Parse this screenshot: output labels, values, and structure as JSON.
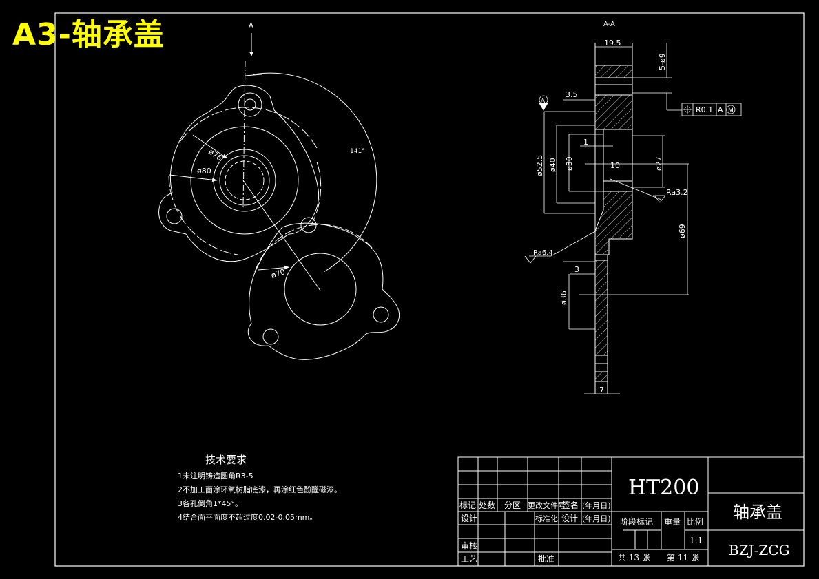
{
  "header": {
    "title": "A3-轴承盖"
  },
  "views": {
    "left_section_marker": "A",
    "section_label": "A-A"
  },
  "dims_plan": {
    "d76": "ø76",
    "d80": "ø80",
    "d70": "ø70",
    "angle": "141°"
  },
  "dims_section": {
    "w195": "19.5",
    "holes": "5-ø9",
    "d35": "3.5",
    "tol": "R0.1",
    "datum": "A",
    "mmc": "M",
    "d1": "1",
    "d10": "10",
    "d525": "ø52.5",
    "d40": "ø40",
    "d30": "ø30",
    "d27": "ø27",
    "ra32": "Ra3.2",
    "d69": "ø69",
    "ra64": "Ra6.4",
    "d3": "3",
    "d36": "ø36",
    "d7": "7"
  },
  "notes": {
    "heading": "技术要求",
    "items": [
      "1未注明铸造圆角R3-5",
      "2不加工面涂环氧树脂底漆，再涂红色酚醛磁漆。",
      "3各孔倒角1*45°。",
      "4结合面平面度不超过度0.02-0.05mm。"
    ]
  },
  "title_block": {
    "material": "HT200",
    "part_name": "轴承盖",
    "drawing_no": "BZJ-ZCG",
    "scale": "1:1",
    "sheets_total": "共 13 张",
    "sheet_no": "第 11 张",
    "labels": {
      "mark": "标记",
      "count": "处数",
      "zone": "分区",
      "change_doc": "更改文件号",
      "sign": "签名",
      "date": "(年月日)",
      "design": "设计",
      "standard": "标准化",
      "design2": "设计",
      "date2": "(年月日)",
      "stage": "阶段标记",
      "weight": "重量",
      "ratio": "比例",
      "review": "审核",
      "process": "工艺",
      "approve": "批准"
    }
  }
}
